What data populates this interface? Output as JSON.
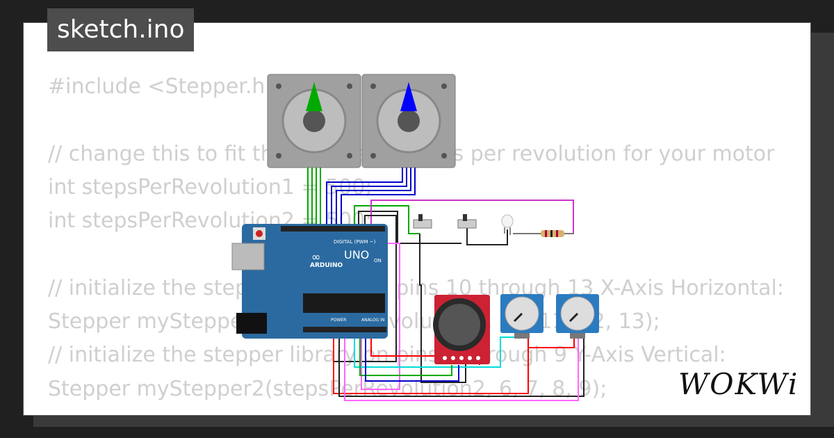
{
  "window": {
    "title": "sketch.ino"
  },
  "code_lines": [
    "#include <Stepper.h>",
    "",
    "// change this to fit the number of steps per revolution for your motor",
    "int stepsPerRevolution1 = 500;",
    "int stepsPerRevolution2 = 500;",
    "",
    "// initialize the stepper library on pins 10 through 13 X-Axis Horizontal:",
    "Stepper myStepper1(stepsPerRevolution1, 10, 11, 12, 13);",
    "// initialize the stepper library on pins 6 through 9 Y-Axis Vertical:",
    "Stepper myStepper2(stepsPerRevolution2, 6, 7, 8, 9);"
  ],
  "components": {
    "board": {
      "label": "UNO",
      "brand": "ARDUINO",
      "on_label": "ON",
      "digital_label": "DIGITAL (PWM ~)",
      "power_label": "POWER",
      "analog_label": "ANALOG IN"
    },
    "motor1_pointer_color": "#00aa00",
    "motor2_pointer_color": "#0000ff"
  },
  "brand": {
    "logo": "WOKWi"
  },
  "colors": {
    "background": "#202020",
    "card": "#ffffff",
    "title_bg": "#4d4d4d",
    "code_text": "#cfcfcf"
  }
}
